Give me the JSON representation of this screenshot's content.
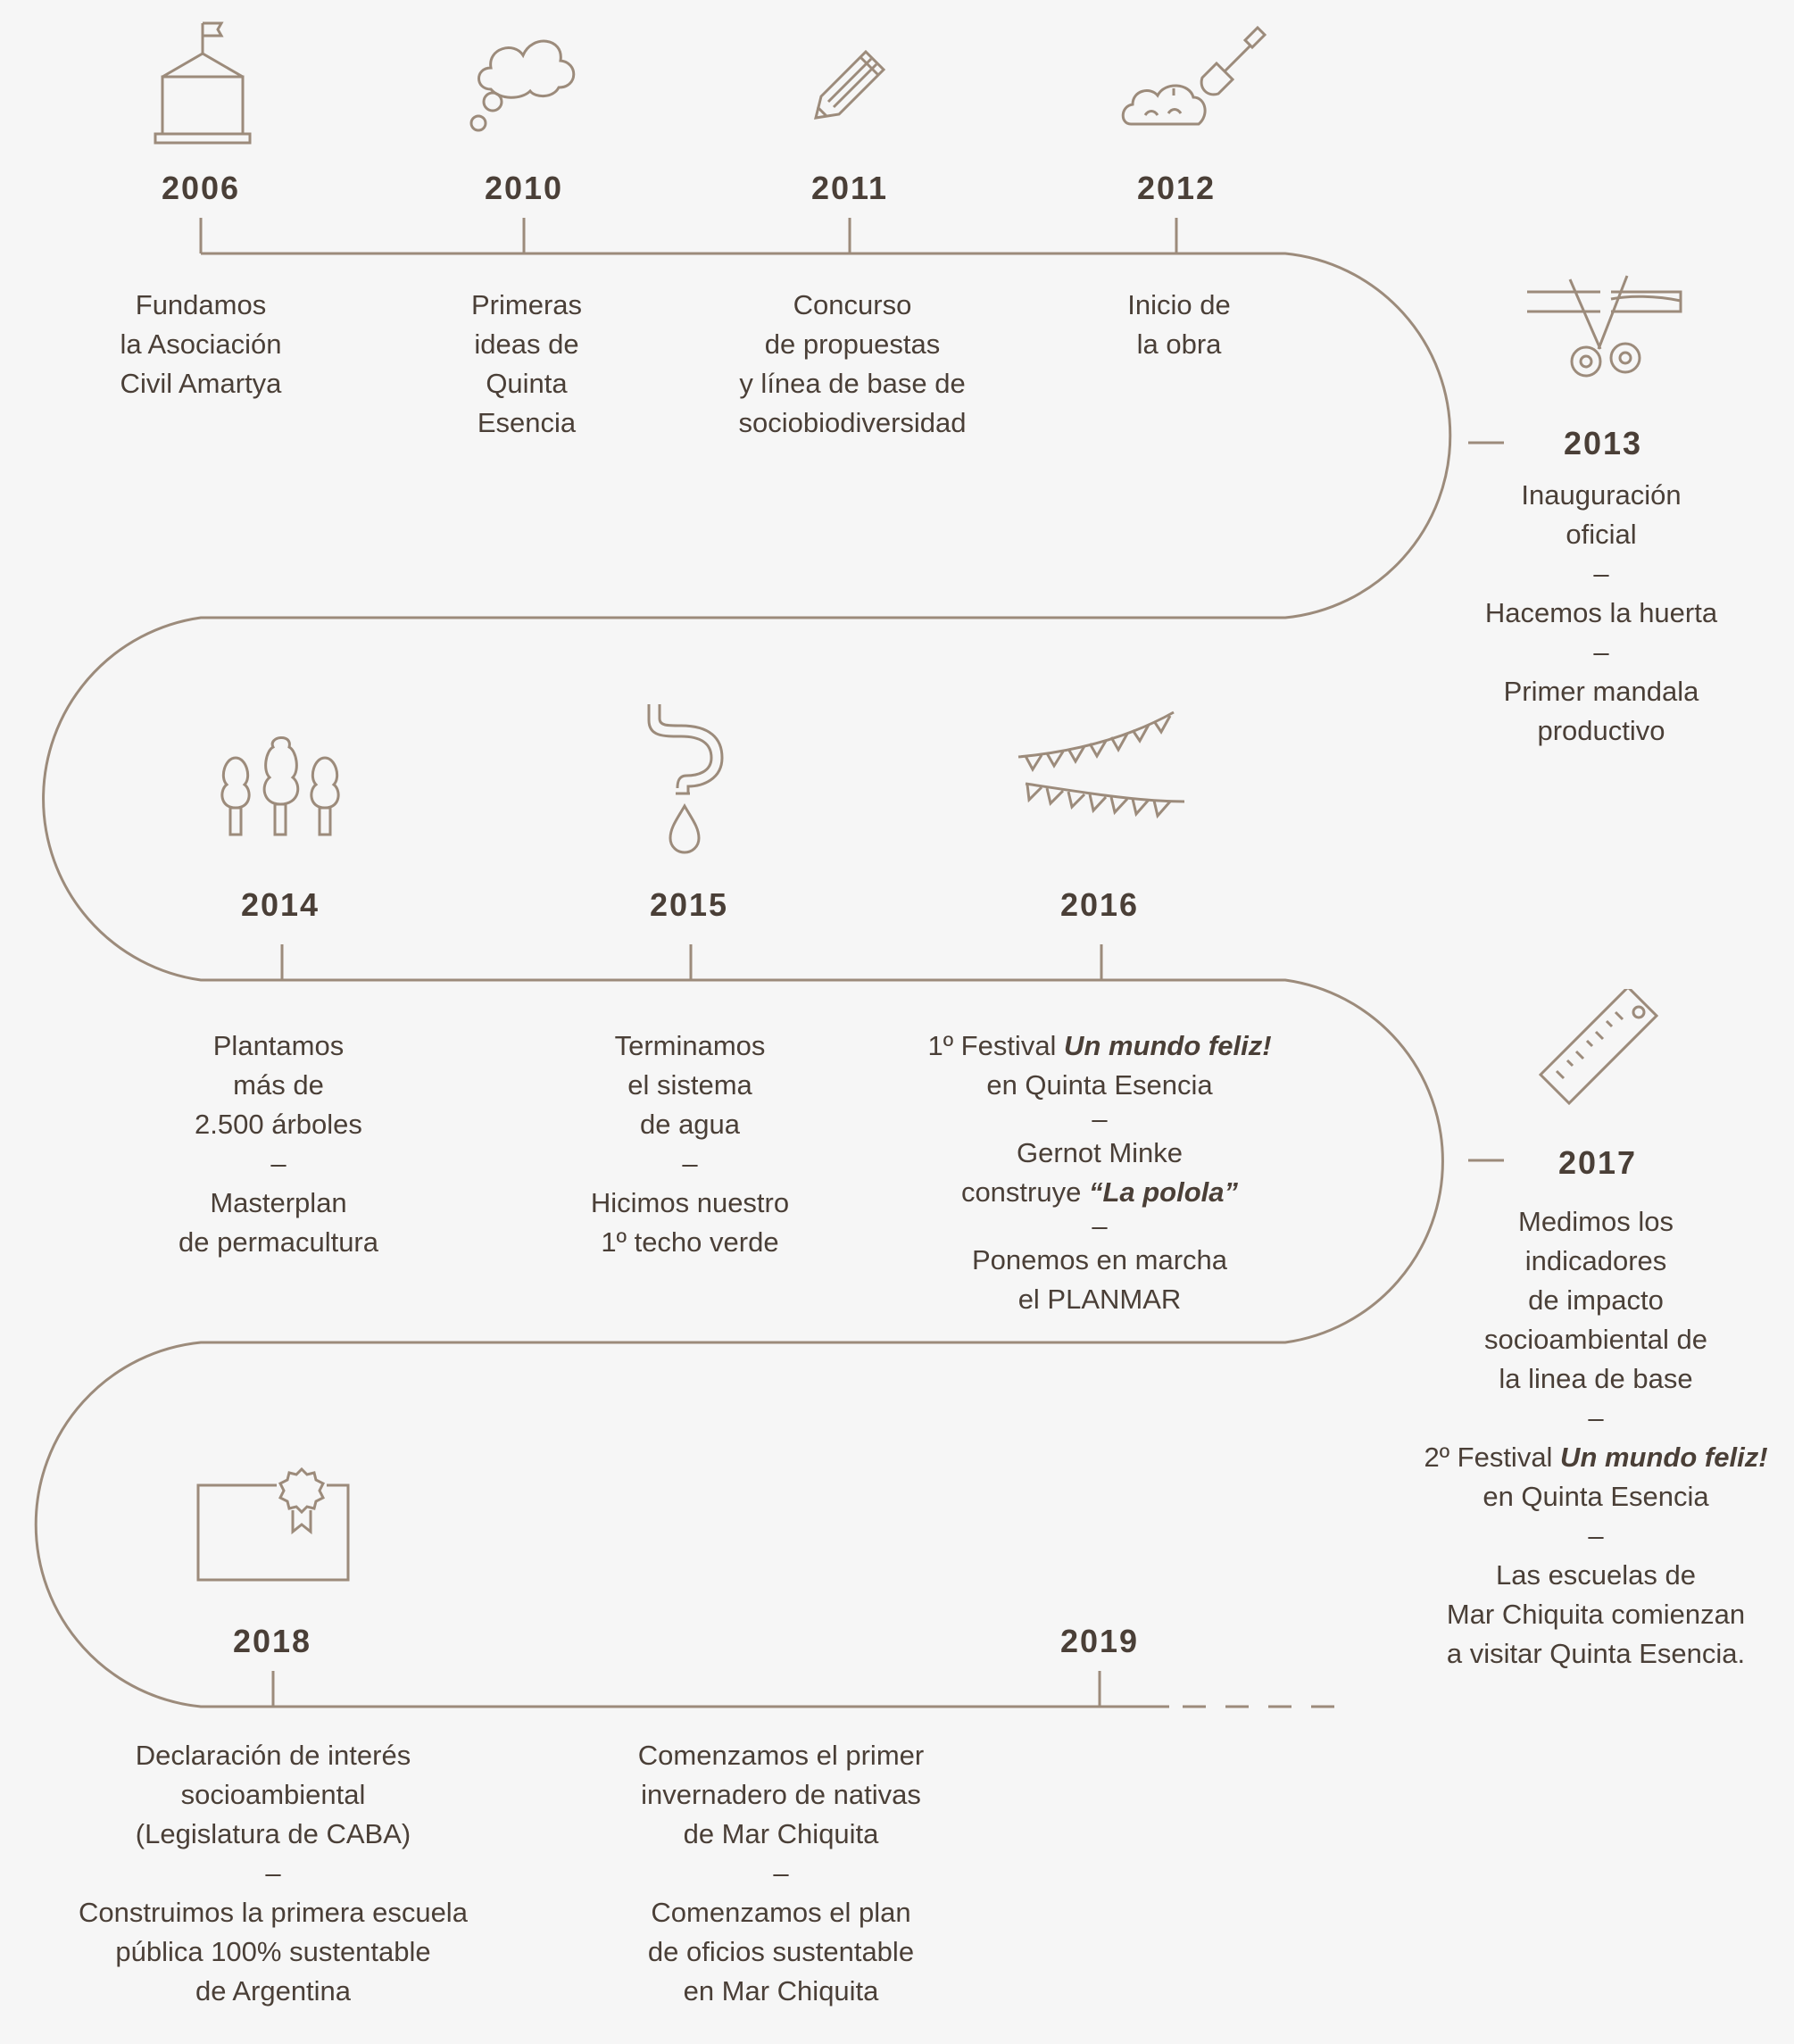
{
  "colors": {
    "line": "#9c8b7b",
    "text": "#4a3f37",
    "background": "#f6f6f6"
  },
  "separator": "–",
  "events": [
    {
      "year": "2006",
      "icon": "school-building-icon",
      "lines": [
        "Fundamos",
        "la Asociación",
        "Civil Amartya"
      ]
    },
    {
      "year": "2010",
      "icon": "thought-cloud-icon",
      "lines": [
        "Primeras",
        "ideas de",
        "Quinta",
        "Esencia"
      ]
    },
    {
      "year": "2011",
      "icon": "pencil-icon",
      "lines": [
        "Concurso",
        "de propuestas",
        "y línea de base de",
        "sociobiodiversidad"
      ]
    },
    {
      "year": "2012",
      "icon": "shovel-soil-icon",
      "lines": [
        "Inicio de",
        "la obra"
      ]
    },
    {
      "year": "2013",
      "icon": "scissors-ribbon-icon",
      "lines": [
        "Inauguración",
        "oficial",
        "–",
        "Hacemos la huerta",
        "–",
        "Primer mandala",
        "productivo"
      ]
    },
    {
      "year": "2014",
      "icon": "trees-icon",
      "lines": [
        "Plantamos",
        "más de",
        "2.500 árboles",
        "–",
        "Masterplan",
        "de permacultura"
      ]
    },
    {
      "year": "2015",
      "icon": "water-drop-pipe-icon",
      "lines": [
        "Terminamos",
        "el sistema",
        "de agua",
        "–",
        "Hicimos nuestro",
        "1º techo verde"
      ]
    },
    {
      "year": "2016",
      "icon": "bunting-flags-icon",
      "festival": {
        "prefix": "1º Festival ",
        "name": "Un mundo feliz!"
      },
      "lines": [
        "en Quinta Esencia",
        "–",
        "Gernot Minke"
      ],
      "construye": {
        "prefix": "construye ",
        "name": "“La polola”"
      },
      "lines2": [
        "–",
        "Ponemos en marcha",
        "el PLANMAR"
      ]
    },
    {
      "year": "2017",
      "icon": "ruler-icon",
      "lines": [
        "Medimos los",
        "indicadores",
        "de impacto",
        "socioambiental de",
        "la linea de base",
        "–"
      ],
      "festival": {
        "prefix": "2º Festival ",
        "name": "Un mundo feliz!"
      },
      "lines2": [
        "en Quinta Esencia",
        "–",
        "Las escuelas de",
        "Mar Chiquita comienzan",
        "a visitar Quinta Esencia."
      ]
    },
    {
      "year": "2018",
      "icon": "certificate-icon",
      "lines": [
        "Declaración de interés",
        "socioambiental",
        "(Legislatura de CABA)",
        "–",
        "Construimos la primera escuela",
        "pública 100% sustentable",
        "de Argentina"
      ]
    },
    {
      "year": "2019",
      "icon": "",
      "lines": [
        "Comenzamos el primer",
        "invernadero de nativas",
        "de Mar Chiquita",
        "–",
        "Comenzamos el plan",
        "de oficios sustentable",
        "en Mar Chiquita"
      ]
    }
  ]
}
